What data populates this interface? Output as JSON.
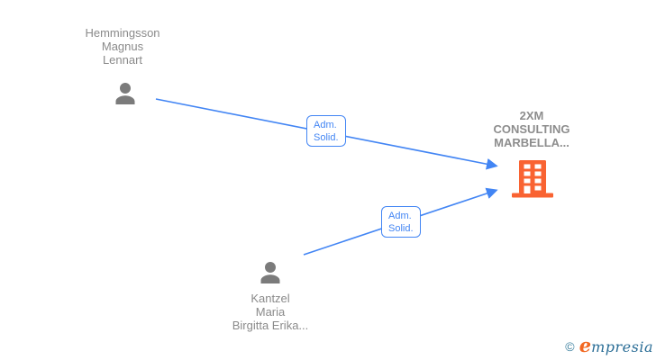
{
  "canvas": {
    "background": "#ffffff"
  },
  "colors": {
    "edge_blue": "#4285F4",
    "person_gray": "#7b7b7b",
    "name_text_gray": "#8a8a8a",
    "company_orange": "#F96332",
    "logo_blue": "#2a6d96",
    "logo_orange": "#f26822"
  },
  "nodes": {
    "person1": {
      "type": "person",
      "name_lines": [
        "Hemmingsson",
        "Magnus",
        "Lennart"
      ]
    },
    "person2": {
      "type": "person",
      "name_lines": [
        "Kantzel",
        "Maria",
        "Birgitta Erika..."
      ]
    },
    "company": {
      "type": "company",
      "name_lines": [
        "2XM",
        "CONSULTING",
        "MARBELLA..."
      ]
    }
  },
  "edges": [
    {
      "from": "person1",
      "to": "company",
      "label_lines": [
        "Adm.",
        "Solid."
      ]
    },
    {
      "from": "person2",
      "to": "company",
      "label_lines": [
        "Adm.",
        "Solid."
      ]
    }
  ],
  "watermark": {
    "copyright": "©",
    "brand_initial": "e",
    "brand_rest": "mpresia"
  }
}
